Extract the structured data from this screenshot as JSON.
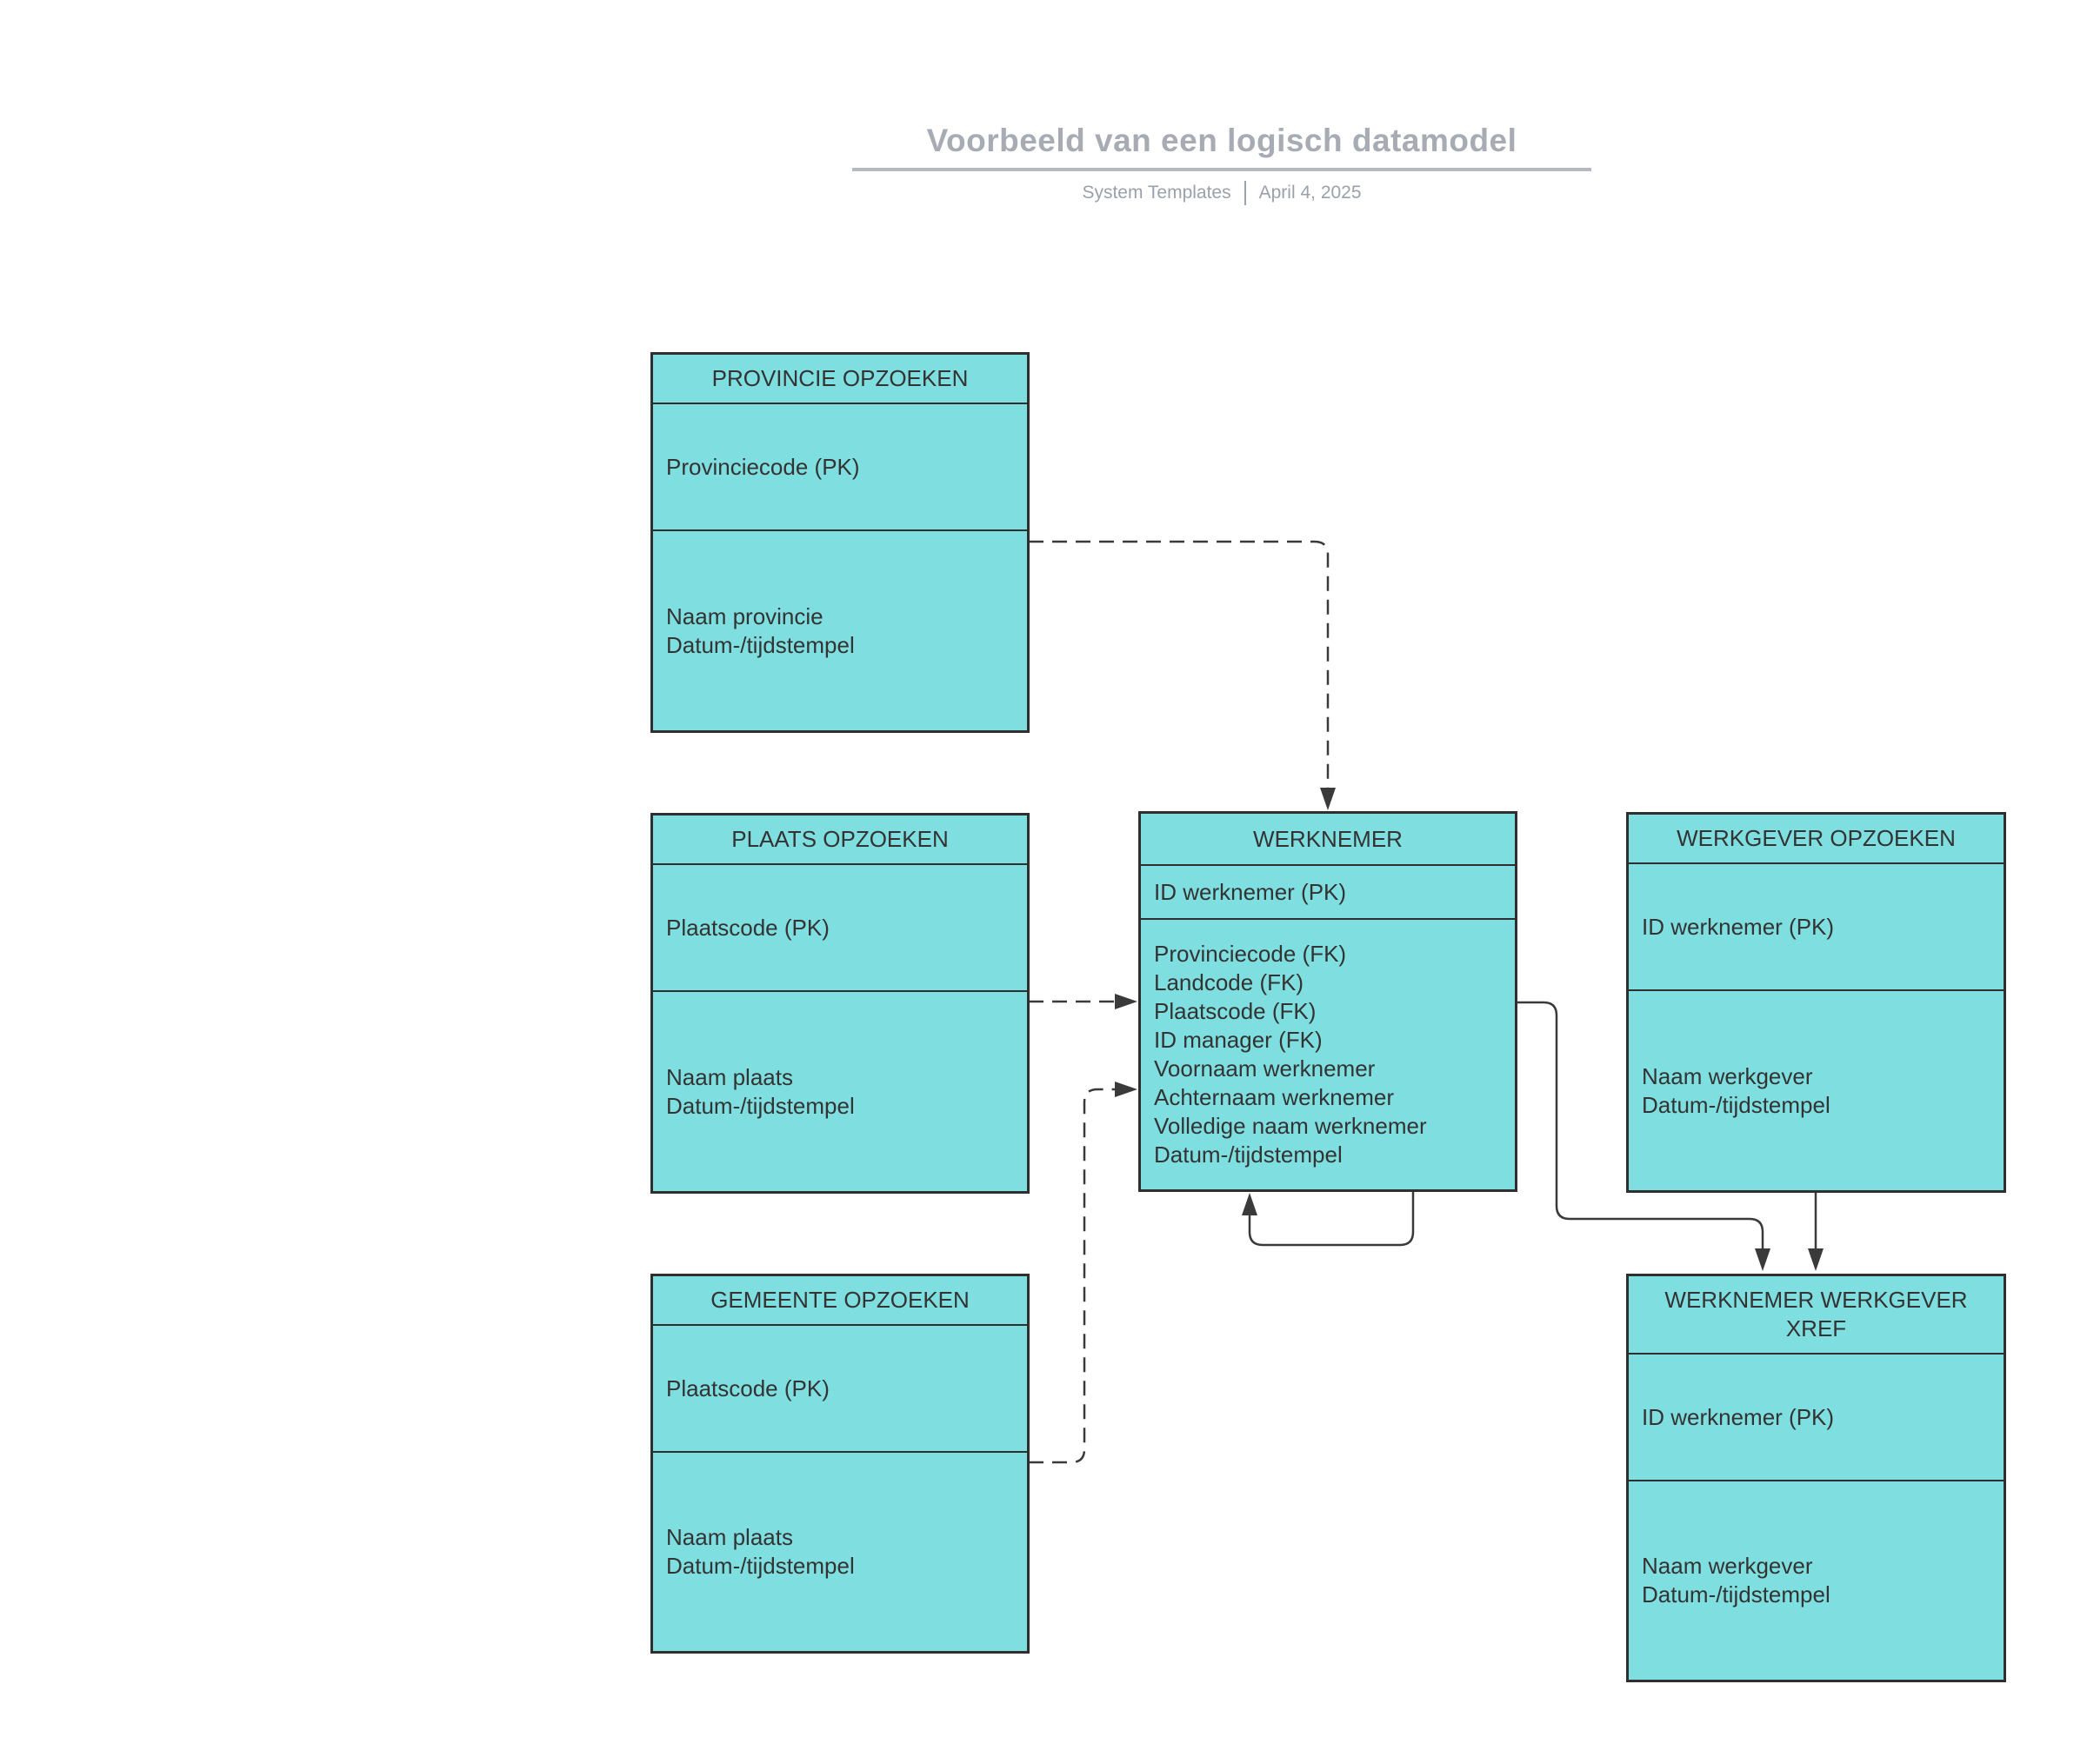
{
  "header": {
    "title": "Voorbeeld van een logisch datamodel",
    "subtitle_left": "System Templates",
    "subtitle_right": "April 4, 2025"
  },
  "colors": {
    "entity_fill": "#7fdfe0",
    "entity_border": "#2f2f2f",
    "entity_text": "#333333",
    "line_color": "#3a3a3a",
    "title_gray": "#a6abb4",
    "rule_gray": "#b6bac0",
    "subtitle_gray": "#9aa1aa"
  },
  "entities": {
    "provincie": {
      "title": "PROVINCIE OPZOEKEN",
      "pk": "Provinciecode (PK)",
      "attrs": [
        "Naam provincie",
        "Datum-/tijdstempel"
      ]
    },
    "plaats": {
      "title": "PLAATS OPZOEKEN",
      "pk": "Plaatscode (PK)",
      "attrs": [
        "Naam plaats",
        "Datum-/tijdstempel"
      ]
    },
    "gemeente": {
      "title": "GEMEENTE OPZOEKEN",
      "pk": "Plaatscode (PK)",
      "attrs": [
        "Naam plaats",
        "Datum-/tijdstempel"
      ]
    },
    "werknemer": {
      "title": "WERKNEMER",
      "pk": "ID werknemer (PK)",
      "attrs": [
        "Provinciecode (FK)",
        "Landcode (FK)",
        "Plaatscode (FK)",
        "ID manager (FK)",
        "Voornaam werknemer",
        "Achternaam werknemer",
        "Volledige naam werknemer",
        "Datum-/tijdstempel"
      ]
    },
    "werkgever": {
      "title": "WERKGEVER OPZOEKEN",
      "pk": "ID werknemer (PK)",
      "attrs": [
        "Naam werkgever",
        "Datum-/tijdstempel"
      ]
    },
    "xref": {
      "title": "WERKNEMER WERKGEVER XREF",
      "pk": "ID werknemer (PK)",
      "attrs": [
        "Naam werkgever",
        "Datum-/tijdstempel"
      ]
    }
  },
  "relationships": [
    {
      "from": "PROVINCIE OPZOEKEN",
      "to": "WERKNEMER",
      "style": "dashed"
    },
    {
      "from": "PLAATS OPZOEKEN",
      "to": "WERKNEMER",
      "style": "dashed"
    },
    {
      "from": "GEMEENTE OPZOEKEN",
      "to": "WERKNEMER",
      "style": "dashed"
    },
    {
      "from": "WERKNEMER",
      "to": "WERKNEMER",
      "style": "solid"
    },
    {
      "from": "WERKNEMER",
      "to": "WERKNEMER WERKGEVER XREF",
      "style": "solid"
    },
    {
      "from": "WERKGEVER OPZOEKEN",
      "to": "WERKNEMER WERKGEVER XREF",
      "style": "solid"
    }
  ]
}
